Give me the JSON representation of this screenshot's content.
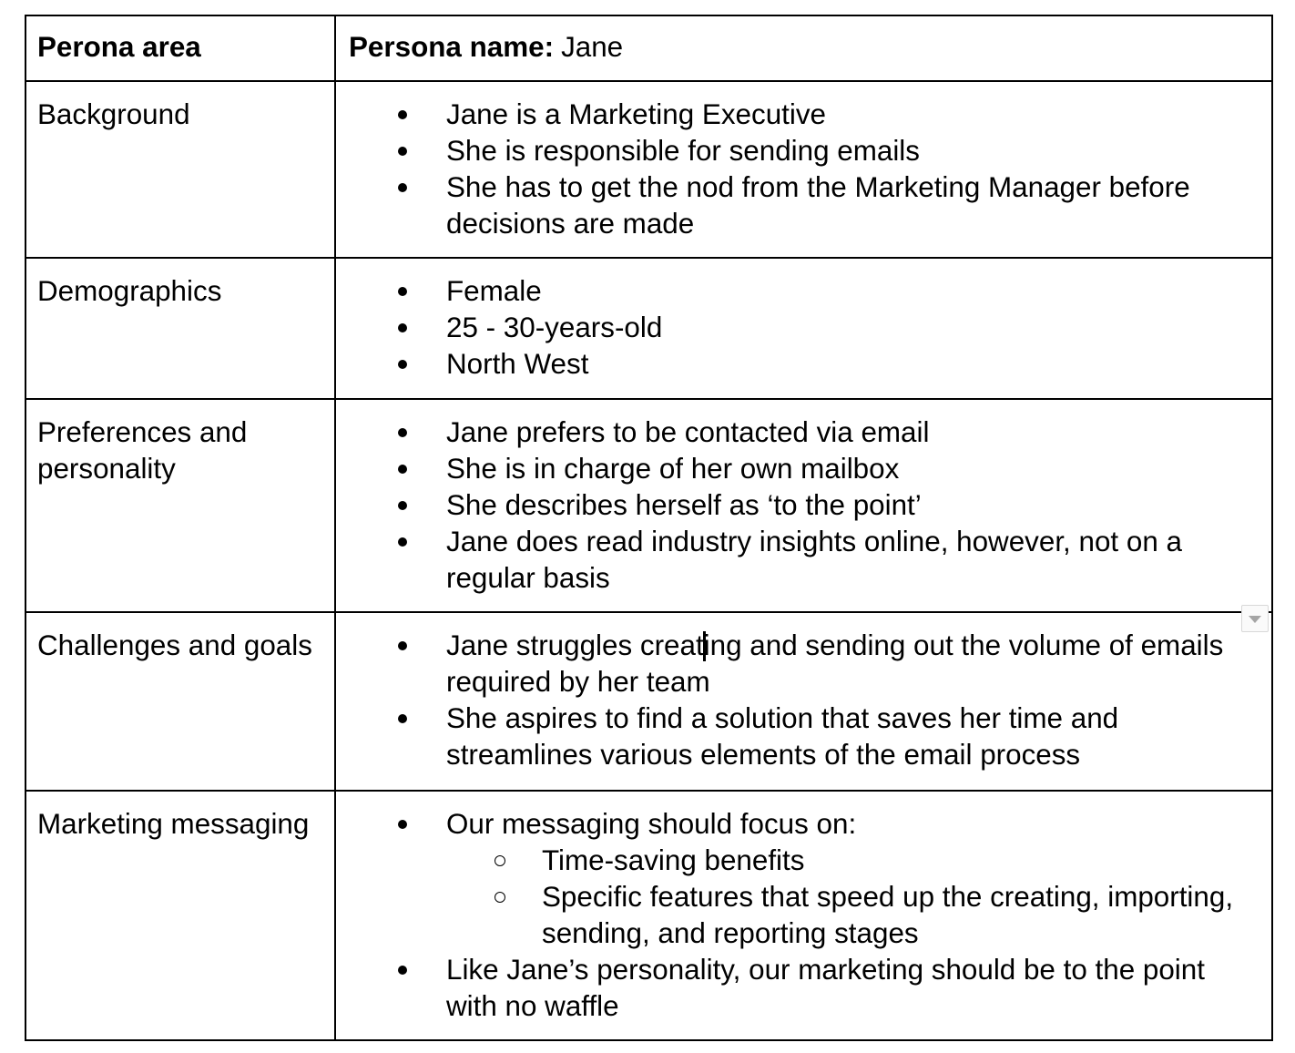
{
  "header": {
    "area_label": "Perona area",
    "name_label": "Persona name:",
    "name_value": "Jane"
  },
  "rows": [
    {
      "area": "Background",
      "bullets": [
        "Jane is a Marketing Executive",
        "She is responsible for sending emails",
        "She has to get the nod from the Marketing Manager before decisions are made"
      ]
    },
    {
      "area": "Demographics",
      "bullets": [
        "Female",
        "25 - 30-years-old",
        "North West"
      ]
    },
    {
      "area": "Preferences and personality",
      "bullets": [
        "Jane prefers to be contacted via email",
        "She is in charge of her own mailbox",
        "She describes herself as ‘to the point’",
        "Jane does read industry insights online, however, not on a regular basis"
      ]
    },
    {
      "area": "Challenges and goals",
      "bullets": [
        {
          "pre": "Jane struggles creat",
          "post": "ing and sending out the volume of emails required by her team"
        },
        "She aspires to find a solution that saves her time and streamlines various elements of the email process"
      ]
    },
    {
      "area": "Marketing messaging",
      "bullets": [
        "Our messaging should focus on:",
        {
          "sub": [
            "Time-saving benefits",
            "Specific features that speed up the creating, importing, sending, and reporting stages"
          ]
        },
        "Like Jane’s personality, our marketing should be to the point with no waffle"
      ]
    }
  ],
  "dropdown": {
    "icon": "chevron-down"
  },
  "colors": {
    "text": "#000000",
    "table_border": "#000000",
    "page_background": "#ffffff",
    "dropdown_border": "#d8d8d8",
    "dropdown_background": "#fafafa",
    "dropdown_arrow": "#a5a5a5"
  }
}
